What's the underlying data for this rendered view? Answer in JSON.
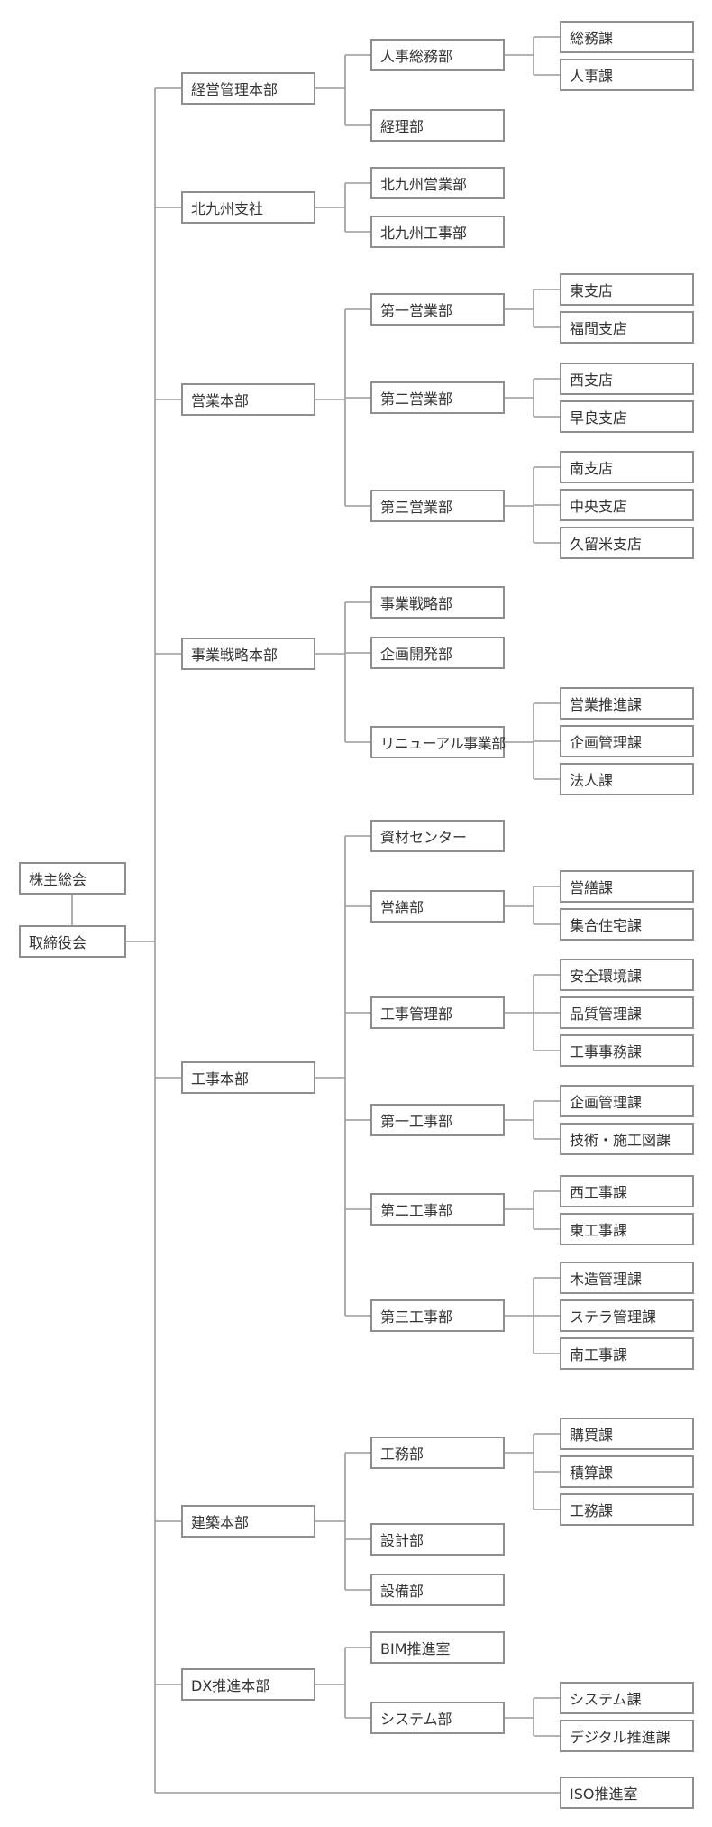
{
  "colors": {
    "line": "#9a9a9a",
    "border": "#8f8f8f",
    "text": "#333333",
    "background": "#ffffff"
  },
  "board": {
    "shareholders": "株主総会",
    "directors": "取締役会"
  },
  "divisions": [
    {
      "name": "経営管理本部",
      "departments": [
        {
          "name": "人事総務部",
          "sections": [
            "総務課",
            "人事課"
          ]
        },
        {
          "name": "経理部",
          "sections": []
        }
      ]
    },
    {
      "name": "北九州支社",
      "departments": [
        {
          "name": "北九州営業部",
          "sections": []
        },
        {
          "name": "北九州工事部",
          "sections": []
        }
      ]
    },
    {
      "name": "営業本部",
      "departments": [
        {
          "name": "第一営業部",
          "sections": [
            "東支店",
            "福間支店"
          ]
        },
        {
          "name": "第二営業部",
          "sections": [
            "西支店",
            "早良支店"
          ]
        },
        {
          "name": "第三営業部",
          "sections": [
            "南支店",
            "中央支店",
            "久留米支店"
          ]
        }
      ]
    },
    {
      "name": "事業戦略本部",
      "departments": [
        {
          "name": "事業戦略部",
          "sections": []
        },
        {
          "name": "企画開発部",
          "sections": []
        },
        {
          "name": "リニューアル事業部",
          "sections": [
            "営業推進課",
            "企画管理課",
            "法人課"
          ]
        }
      ]
    },
    {
      "name": "工事本部",
      "departments": [
        {
          "name": "資材センター",
          "sections": []
        },
        {
          "name": "営繕部",
          "sections": [
            "営繕課",
            "集合住宅課"
          ]
        },
        {
          "name": "工事管理部",
          "sections": [
            "安全環境課",
            "品質管理課",
            "工事事務課"
          ]
        },
        {
          "name": "第一工事部",
          "sections": [
            "企画管理課",
            "技術・施工図課"
          ]
        },
        {
          "name": "第二工事部",
          "sections": [
            "西工事課",
            "東工事課"
          ]
        },
        {
          "name": "第三工事部",
          "sections": [
            "木造管理課",
            "ステラ管理課",
            "南工事課"
          ]
        }
      ]
    },
    {
      "name": "建築本部",
      "departments": [
        {
          "name": "工務部",
          "sections": [
            "購買課",
            "積算課",
            "工務課"
          ]
        },
        {
          "name": "設計部",
          "sections": []
        },
        {
          "name": "設備部",
          "sections": []
        }
      ]
    },
    {
      "name": "DX推進本部",
      "departments": [
        {
          "name": "BIM推進室",
          "sections": []
        },
        {
          "name": "システム部",
          "sections": [
            "システム課",
            "デジタル推進課"
          ]
        }
      ]
    }
  ],
  "standalone": {
    "name": "ISO推進室"
  }
}
